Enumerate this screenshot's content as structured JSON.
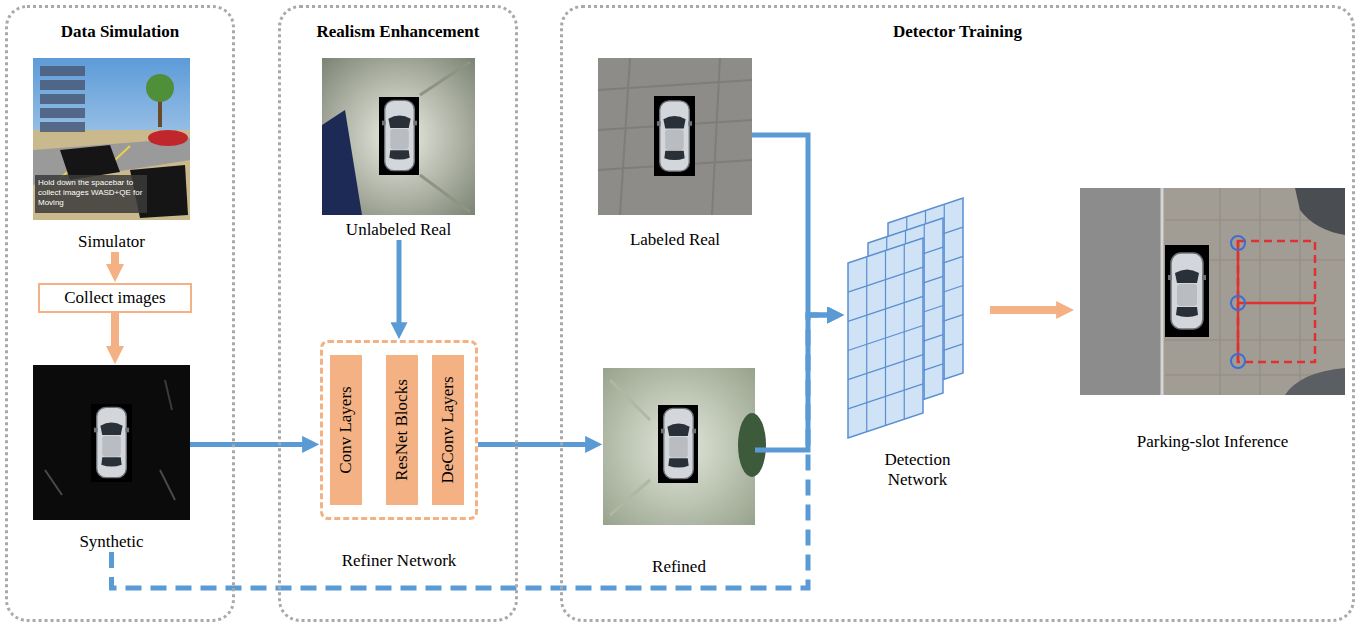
{
  "diagram": {
    "nodes": [
      {
        "text": [
          "Data Simulation"
        ]
      },
      {
        "text": [
          "Simulator"
        ],
        "in": 0
      },
      {
        "text": [
          "Collect images"
        ],
        "in": 0
      },
      {
        "text": [
          "Synthetic"
        ],
        "in": 0
      },
      {
        "text": [
          "Realism Enhancement"
        ]
      },
      {
        "text": [
          "Unlabeled Real"
        ],
        "in": 4
      },
      {
        "text": [
          "Refiner Network"
        ],
        "in": 4
      },
      {
        "text": [
          "Conv Layers"
        ],
        "in": 6
      },
      {
        "text": [
          "ResNet Blocks"
        ],
        "in": 6
      },
      {
        "text": [
          "DeConv Layers"
        ],
        "in": 6
      },
      {
        "text": [
          "Detector Training"
        ]
      },
      {
        "text": [
          "Labeled Real"
        ],
        "in": 10
      },
      {
        "text": [
          "Refined"
        ],
        "in": 10
      },
      {
        "text": [
          "Detection Network"
        ],
        "in": 10
      },
      {
        "text": [
          "Parking-slot Inference"
        ],
        "in": 10
      }
    ],
    "edges": [
      {
        "from": 1,
        "to": 2,
        "arrow": "to"
      },
      {
        "from": 2,
        "to": 3,
        "arrow": "to"
      },
      {
        "from": 3,
        "to": 6,
        "arrow": "to"
      },
      {
        "from": 5,
        "to": 6,
        "arrow": "to"
      },
      {
        "from": 6,
        "to": 12,
        "arrow": "to"
      },
      {
        "from": 11,
        "to": 13,
        "arrow": "to"
      },
      {
        "from": 12,
        "to": 13,
        "arrow": "to"
      },
      {
        "from": 3,
        "to": 13,
        "arrow": "to"
      },
      {
        "from": 13,
        "to": 14,
        "arrow": "to"
      }
    ],
    "labels": [
      "Hold down the spacebar to collect images WASD+QE for Moving"
    ]
  }
}
